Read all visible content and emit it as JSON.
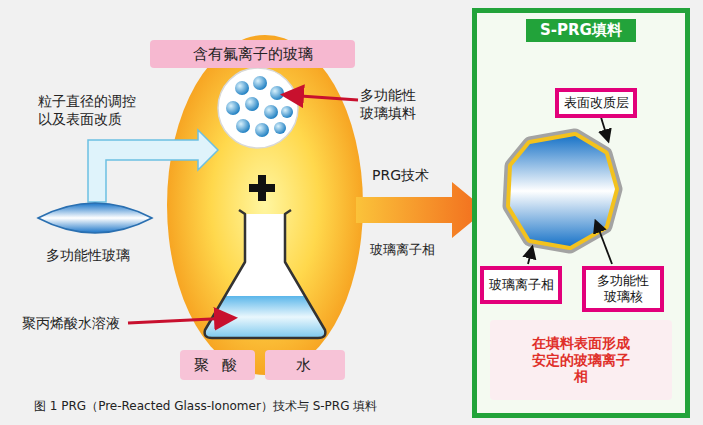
{
  "diagram": {
    "caption": "图 1 PRG（Pre-Reacted Glass-Ionomer）技术与 S-PRG 填料",
    "nodes": [
      {
        "text": [
          "含有氟离子的玻璃"
        ]
      },
      {
        "text": [
          "聚 酸"
        ]
      },
      {
        "text": [
          "水"
        ]
      },
      {
        "text": [
          "S-PRG填料"
        ]
      },
      {
        "text": [
          "表面改质层"
        ],
        "in": 3
      },
      {
        "text": [
          "玻璃离子相"
        ],
        "in": 3
      },
      {
        "text": [
          "多功能性 玻璃核"
        ],
        "in": 3
      },
      {
        "text": [
          "在填料表面形成 安定的玻璃离子相"
        ],
        "in": 3
      }
    ],
    "labels": [
      "多功能性 玻璃填料",
      "粒子直径的调控 以及表面改质",
      "多功能性玻璃",
      "聚丙烯酸水溶液",
      "PRG技术",
      "玻璃离子相"
    ]
  }
}
